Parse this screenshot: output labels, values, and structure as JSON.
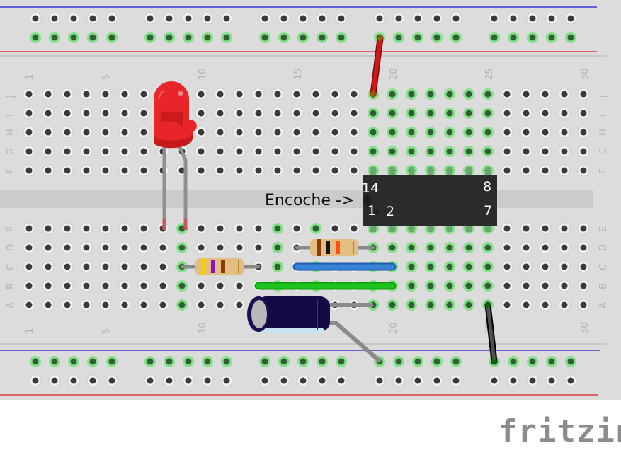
{
  "app": {
    "name": "fritzing"
  },
  "breadboard": {
    "column_labels": [
      "1",
      "5",
      "10",
      "15",
      "20",
      "25",
      "30"
    ],
    "row_labels_top": [
      "J",
      "I",
      "H",
      "G",
      "F"
    ],
    "row_labels_bottom": [
      "E",
      "D",
      "C",
      "B",
      "A"
    ],
    "colors": {
      "board": "#dcdcdc",
      "notch": "#cbcbcb",
      "rail_blue": "#1a1ad0",
      "rail_red": "#e01e1e",
      "hole": "#3a3a3a",
      "hole_connected": "#2f5f33",
      "hole_glow": "#86e08a"
    },
    "connected_columns_top": [
      19,
      20,
      21,
      22,
      23,
      24,
      25
    ],
    "connected_columns_bottom": [
      9,
      14,
      16,
      19,
      20,
      21,
      22,
      23,
      24,
      25
    ]
  },
  "annotation": {
    "notch_label": "Encoche ->"
  },
  "ic": {
    "pin_labels": {
      "top_left": "14",
      "top_right": "8",
      "bottom_left": "1",
      "bottom_second": "2",
      "bottom_right": "7"
    },
    "pins_per_side": 7,
    "color": "#2b2b2b"
  },
  "components": {
    "led": {
      "color": "#e8262a"
    },
    "resistor_1": {
      "bands": [
        "#f6d000",
        "#8a10c8",
        "#8b3a0e"
      ]
    },
    "resistor_2": {
      "bands": [
        "#8b3a0e",
        "#111111",
        "#ff5010"
      ]
    },
    "capacitor": {
      "color": "#140a44"
    },
    "wires": {
      "red": "#d01818",
      "blue": "#3a84d8",
      "green": "#1ec41e",
      "black": "#2a2a2a"
    }
  },
  "logo": {
    "text": "fritzing"
  }
}
